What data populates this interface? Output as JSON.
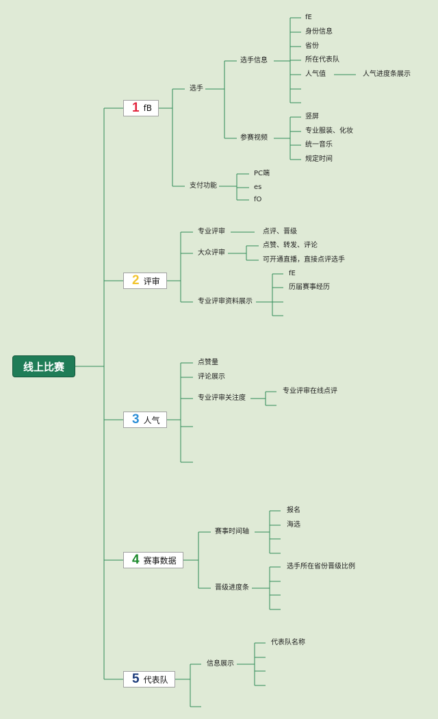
{
  "root": "线上比赛",
  "branches": [
    {
      "num": "1",
      "num_color": "#e2263f",
      "label": "fB"
    },
    {
      "num": "2",
      "num_color": "#f2c530",
      "label": "评审"
    },
    {
      "num": "3",
      "num_color": "#2d8fd6",
      "label": "人气"
    },
    {
      "num": "4",
      "num_color": "#1e8a2e",
      "label": "赛事数据"
    },
    {
      "num": "5",
      "num_color": "#1b3a7a",
      "label": "代表队"
    }
  ],
  "b1": {
    "player": "选手",
    "player_info": "选手信息",
    "info_items": [
      "fE",
      "身份信息",
      "省份",
      "所在代表队",
      "人气值"
    ],
    "popularity_detail": "人气进度条展示",
    "video": "参赛视频",
    "video_items": [
      "竖屏",
      "专业服装、化妆",
      "统一音乐",
      "规定时间"
    ],
    "pay": "支付功能",
    "pay_items": [
      "PC端",
      "es",
      "fO"
    ]
  },
  "b2": {
    "pro_judge": "专业评审",
    "pro_judge_item": "点评、晋级",
    "public_judge": "大众评审",
    "public_items": [
      "点赞、转发、评论",
      "可开通直播，直接点评选手"
    ],
    "pro_profile": "专业评审资料展示",
    "profile_items": [
      "fE",
      "历届赛事经历"
    ]
  },
  "b3": {
    "likes": "点赞量",
    "comments": "评论展示",
    "attention": "专业评审关注度",
    "attention_item": "专业评审在线点评"
  },
  "b4": {
    "timeline": "赛事时间轴",
    "timeline_items": [
      "报名",
      "海选"
    ],
    "progress": "晋级进度条",
    "progress_item": "选手所在省份晋级比例"
  },
  "b5": {
    "info": "信息展示",
    "info_item": "代表队名称"
  },
  "colors": {
    "line": "#2e8b57",
    "background": "#dfead6",
    "root": "#1f7c57"
  }
}
